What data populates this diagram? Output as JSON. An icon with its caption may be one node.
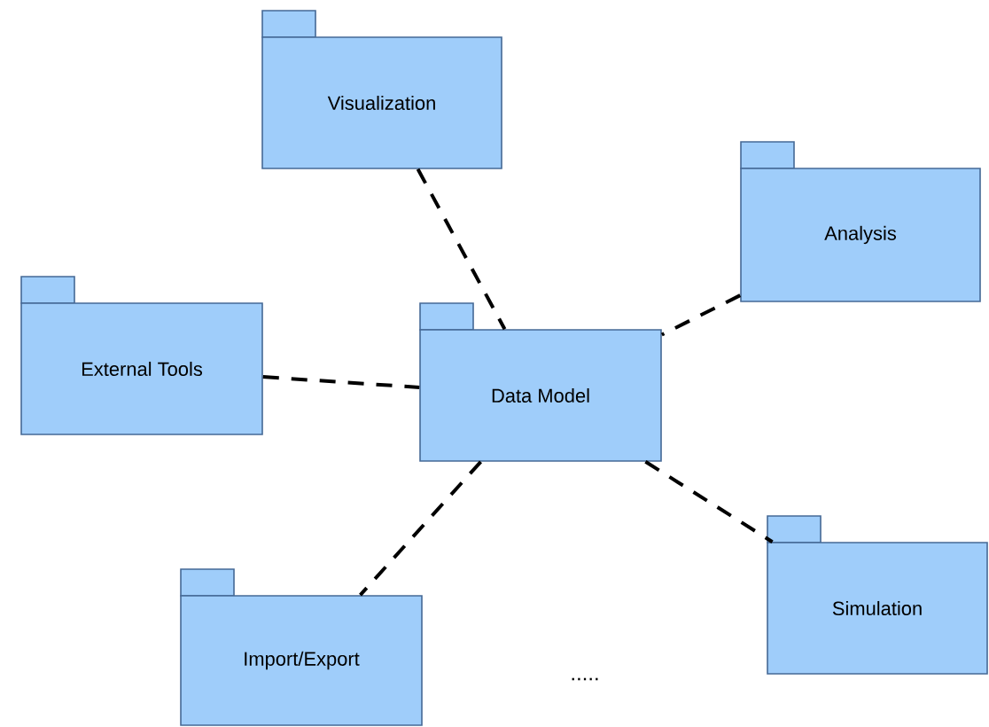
{
  "diagram": {
    "nodes": [
      {
        "text": [
          "Visualization"
        ]
      },
      {
        "text": [
          "Analysis"
        ]
      },
      {
        "text": [
          "External Tools"
        ]
      },
      {
        "text": [
          "Data Model"
        ]
      },
      {
        "text": [
          "Import/Export"
        ]
      },
      {
        "text": [
          "Simulation"
        ]
      }
    ],
    "edges": [
      {
        "from": 0,
        "to": 3,
        "arrow": "none",
        "style": "dashed"
      },
      {
        "from": 1,
        "to": 3,
        "arrow": "none",
        "style": "dashed"
      },
      {
        "from": 2,
        "to": 3,
        "arrow": "none",
        "style": "dashed"
      },
      {
        "from": 3,
        "to": 4,
        "arrow": "none",
        "style": "dashed"
      },
      {
        "from": 3,
        "to": 5,
        "arrow": "none",
        "style": "dashed"
      }
    ],
    "labels": [
      "....."
    ]
  }
}
